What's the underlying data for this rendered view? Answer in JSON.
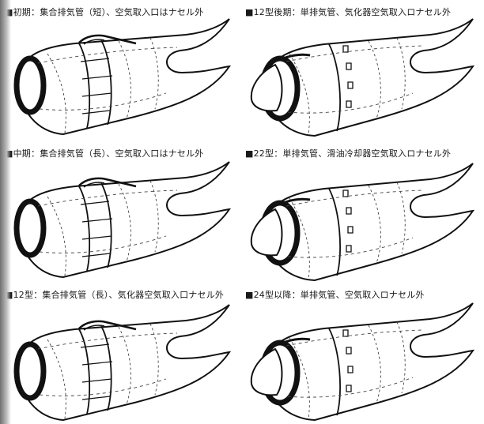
{
  "panels": [
    {
      "caption": "■初期：集合排気管（短）、空気取入口はナセル外"
    },
    {
      "caption": "■12型後期：単排気管、気化器空気取入ロナセル外"
    },
    {
      "caption": "■中期：集合排気管（長）、空気取入口はナセル外"
    },
    {
      "caption": "■22型：単排気管、滑油冷却器空気取入ロナセル外"
    },
    {
      "caption": "■12型：集合排気管（長）、気化器空気取入口ナセル外"
    },
    {
      "caption": "■24型以降：単排気管、空気取入ロナセル外"
    }
  ]
}
